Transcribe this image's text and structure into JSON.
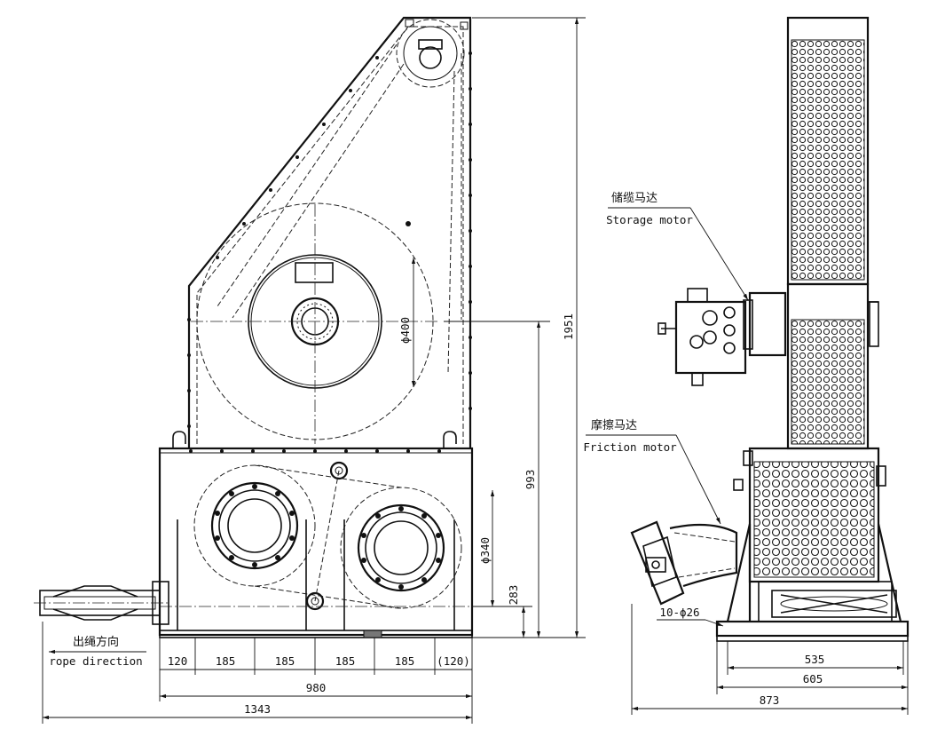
{
  "labels": {
    "storage_motor_cn": "储缆马达",
    "storage_motor_en": "Storage motor",
    "friction_motor_cn": "摩擦马达",
    "friction_motor_en": "Friction motor",
    "rope_direction_cn": "出绳方向",
    "rope_direction_en": "rope direction"
  },
  "dimensions": {
    "d400": "ϕ400",
    "d340": "ϕ340",
    "h1951": "1951",
    "h993": "993",
    "h283": "283",
    "holes": "10-ϕ26",
    "seg": [
      "120",
      "185",
      "185",
      "185",
      "185",
      "(120)"
    ],
    "w980": "980",
    "w1343": "1343",
    "w535": "535",
    "w605": "605",
    "w873": "873"
  }
}
